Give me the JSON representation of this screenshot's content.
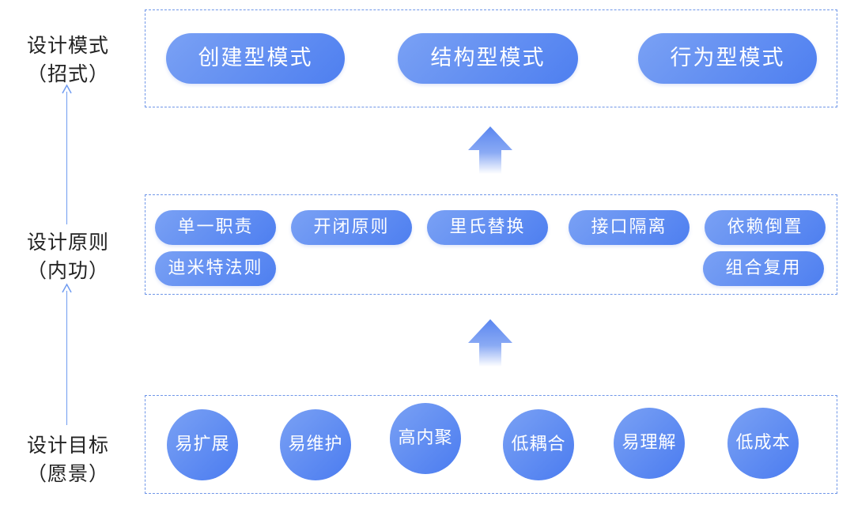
{
  "levels": {
    "patterns": {
      "title": "设计模式",
      "sub": "（招式）"
    },
    "principles": {
      "title": "设计原则",
      "sub": "（内功）"
    },
    "goals": {
      "title": "设计目标",
      "sub": "（愿景）"
    }
  },
  "patterns": [
    "创建型模式",
    "结构型模式",
    "行为型模式"
  ],
  "principles": [
    "单一职责",
    "开闭原则",
    "里氏替换",
    "接口隔离",
    "依赖倒置",
    "迪米特法则",
    "组合复用"
  ],
  "goals": [
    "易扩展",
    "易维护",
    "高内聚",
    "低耦合",
    "易理解",
    "低成本"
  ],
  "colors": {
    "pill_start": "#7aa1f4",
    "pill_end": "#4e7ff0",
    "dashed_border": "#6f96e8",
    "arrow": "#5a86f0"
  },
  "icons": {
    "level_arrow": "up-arrow-icon",
    "side_arrow": "thin-up-arrow-icon"
  }
}
